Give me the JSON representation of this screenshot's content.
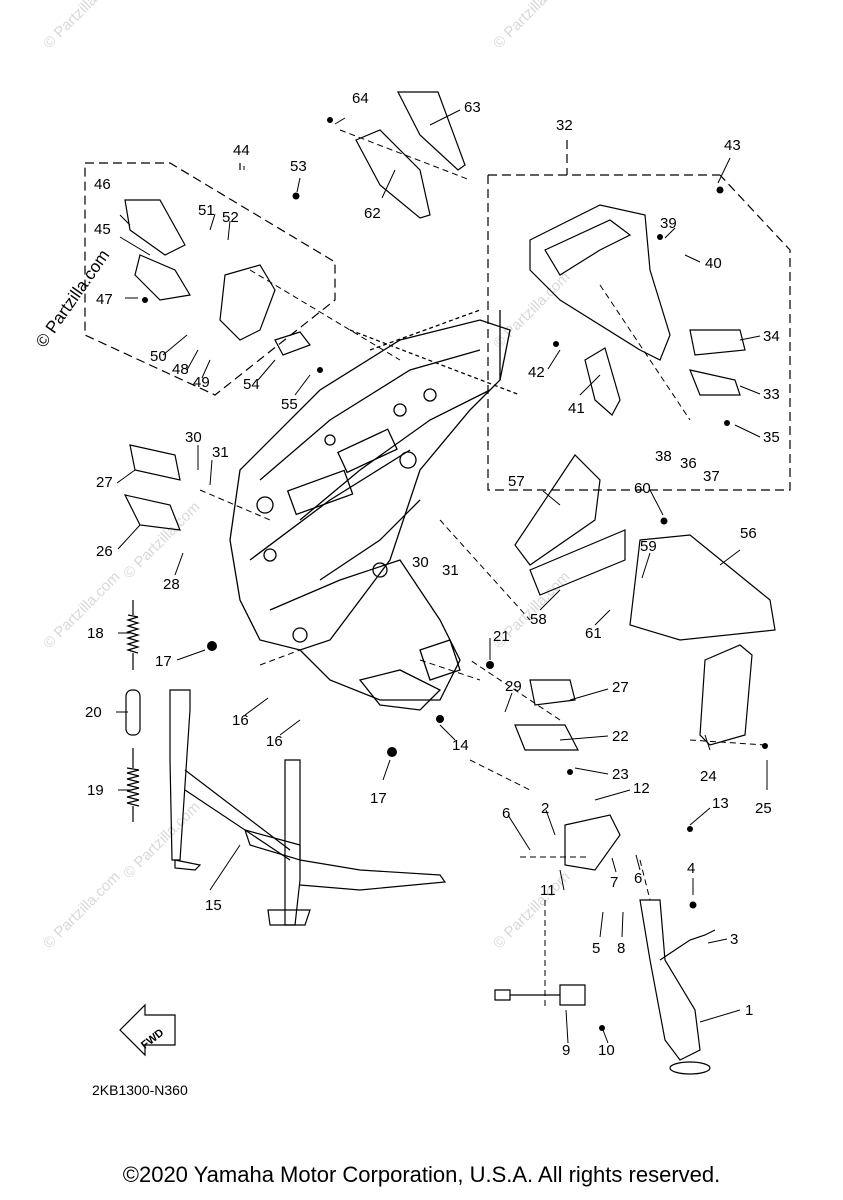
{
  "watermark_text": "© Partzilla.com",
  "side_watermark": "© Partzilla.com",
  "diagram_code": "2KB1300-N360",
  "fwd_label": "FWD",
  "copyright": "©2020 Yamaha Motor Corporation, U.S.A. All rights reserved.",
  "callouts": [
    {
      "id": "1",
      "text": "1"
    },
    {
      "id": "2",
      "text": "2"
    },
    {
      "id": "3",
      "text": "3"
    },
    {
      "id": "4",
      "text": "4"
    },
    {
      "id": "5",
      "text": "5"
    },
    {
      "id": "6a",
      "text": "6"
    },
    {
      "id": "6b",
      "text": "6"
    },
    {
      "id": "7",
      "text": "7"
    },
    {
      "id": "8",
      "text": "8"
    },
    {
      "id": "9",
      "text": "9"
    },
    {
      "id": "10",
      "text": "10"
    },
    {
      "id": "11",
      "text": "11"
    },
    {
      "id": "12",
      "text": "12"
    },
    {
      "id": "13",
      "text": "13"
    },
    {
      "id": "14",
      "text": "14"
    },
    {
      "id": "15",
      "text": "15"
    },
    {
      "id": "16a",
      "text": "16"
    },
    {
      "id": "16b",
      "text": "16"
    },
    {
      "id": "17a",
      "text": "17"
    },
    {
      "id": "17b",
      "text": "17"
    },
    {
      "id": "18",
      "text": "18"
    },
    {
      "id": "19",
      "text": "19"
    },
    {
      "id": "20",
      "text": "20"
    },
    {
      "id": "21",
      "text": "21"
    },
    {
      "id": "22",
      "text": "22"
    },
    {
      "id": "23",
      "text": "23"
    },
    {
      "id": "24",
      "text": "24"
    },
    {
      "id": "25",
      "text": "25"
    },
    {
      "id": "26",
      "text": "26"
    },
    {
      "id": "27a",
      "text": "27"
    },
    {
      "id": "27b",
      "text": "27"
    },
    {
      "id": "28",
      "text": "28"
    },
    {
      "id": "29",
      "text": "29"
    },
    {
      "id": "30a",
      "text": "30"
    },
    {
      "id": "30b",
      "text": "30"
    },
    {
      "id": "31a",
      "text": "31"
    },
    {
      "id": "31b",
      "text": "31"
    },
    {
      "id": "32",
      "text": "32"
    },
    {
      "id": "33",
      "text": "33"
    },
    {
      "id": "34",
      "text": "34"
    },
    {
      "id": "35",
      "text": "35"
    },
    {
      "id": "36",
      "text": "36"
    },
    {
      "id": "37",
      "text": "37"
    },
    {
      "id": "38",
      "text": "38"
    },
    {
      "id": "39",
      "text": "39"
    },
    {
      "id": "40",
      "text": "40"
    },
    {
      "id": "41",
      "text": "41"
    },
    {
      "id": "42",
      "text": "42"
    },
    {
      "id": "43",
      "text": "43"
    },
    {
      "id": "44",
      "text": "44"
    },
    {
      "id": "45",
      "text": "45"
    },
    {
      "id": "46",
      "text": "46"
    },
    {
      "id": "47",
      "text": "47"
    },
    {
      "id": "48",
      "text": "48"
    },
    {
      "id": "49",
      "text": "49"
    },
    {
      "id": "50",
      "text": "50"
    },
    {
      "id": "51",
      "text": "51"
    },
    {
      "id": "52",
      "text": "52"
    },
    {
      "id": "53",
      "text": "53"
    },
    {
      "id": "54",
      "text": "54"
    },
    {
      "id": "55",
      "text": "55"
    },
    {
      "id": "56",
      "text": "56"
    },
    {
      "id": "57",
      "text": "57"
    },
    {
      "id": "58",
      "text": "58"
    },
    {
      "id": "59",
      "text": "59"
    },
    {
      "id": "60",
      "text": "60"
    },
    {
      "id": "61",
      "text": "61"
    },
    {
      "id": "62",
      "text": "62"
    },
    {
      "id": "63",
      "text": "63"
    },
    {
      "id": "64",
      "text": "64"
    }
  ]
}
